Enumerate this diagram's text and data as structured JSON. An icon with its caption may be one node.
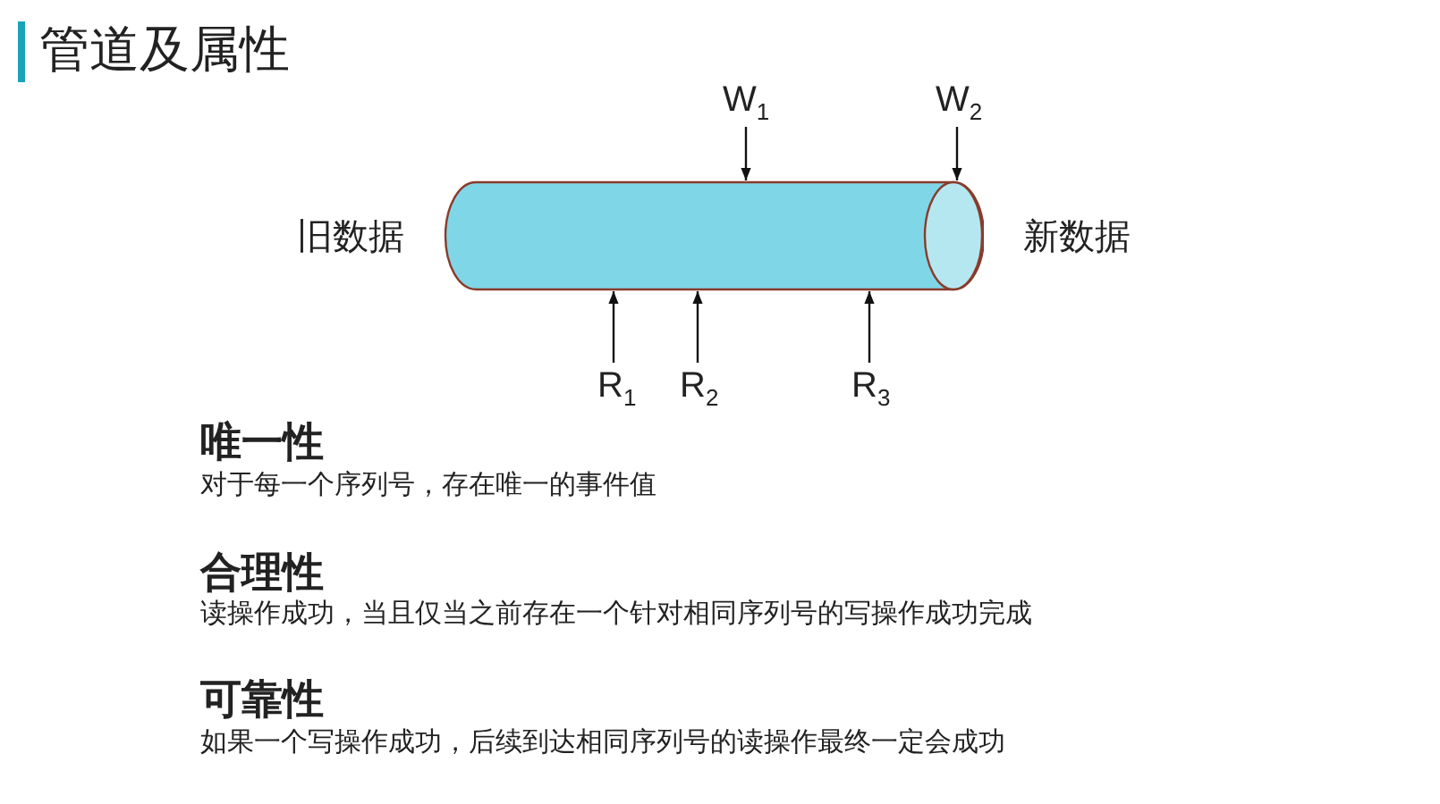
{
  "diagram": {
    "title": "管道及属性",
    "nodes": [
      {
        "text": [],
        "shape": "cylinder"
      },
      {
        "text": [
          "W$_{1}$"
        ]
      },
      {
        "text": [
          "W$_{2}$"
        ]
      },
      {
        "text": [
          "R$_{1}$"
        ]
      },
      {
        "text": [
          "R$_{2}$"
        ]
      },
      {
        "text": [
          "R$_{3}$"
        ]
      }
    ],
    "edges": [
      {
        "from": 1,
        "to": 0,
        "arrow": "to"
      },
      {
        "from": 2,
        "to": 0,
        "arrow": "to"
      },
      {
        "from": 3,
        "to": 0,
        "arrow": "to"
      },
      {
        "from": 4,
        "to": 0,
        "arrow": "to"
      },
      {
        "from": 5,
        "to": 0,
        "arrow": "to"
      }
    ],
    "labels": [
      "旧数据",
      "新数据",
      "唯一性",
      "对于每一个序列号，存在唯一的事件值",
      "合理性",
      "读操作成功，当且仅当之前存在一个针对相同序列号的写操作成功完成",
      "可靠性",
      "如果一个写操作成功，后续到达相同序列号的读操作最终一定会成功"
    ]
  }
}
